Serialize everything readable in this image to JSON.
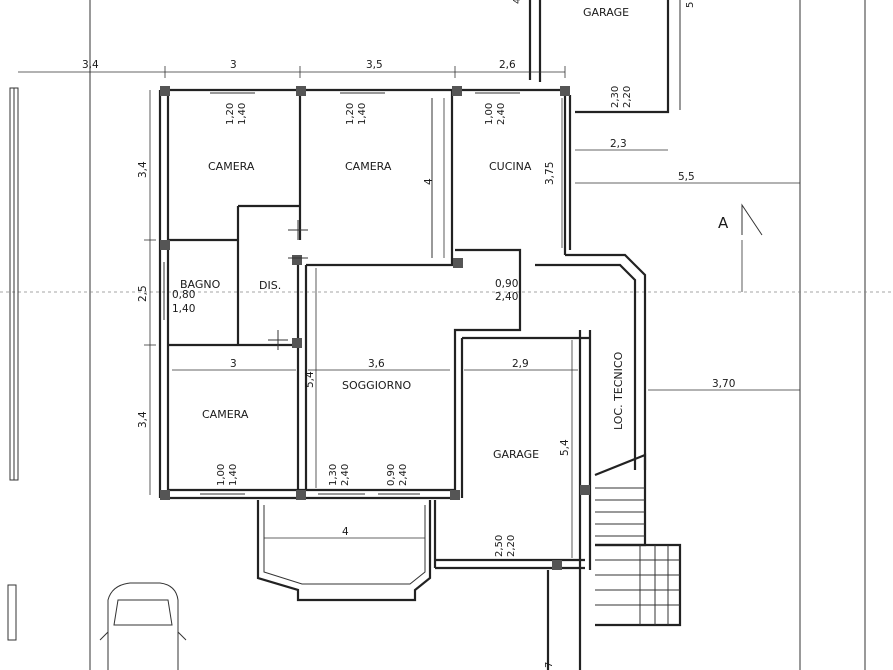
{
  "rooms": {
    "garage_top": "GARAGE",
    "camera_1": "CAMERA",
    "camera_2": "CAMERA",
    "cucina": "CUCINA",
    "bagno": "BAGNO",
    "dis": "DIS.",
    "camera_3": "CAMERA",
    "soggiorno": "SOGGIORNO",
    "garage": "GARAGE",
    "loc_tecnico": "LOC. TECNICO"
  },
  "dimensions": {
    "top_3_4": "3,4",
    "top_3": "3",
    "top_3_5": "3,5",
    "top_2_6": "2,6",
    "left_3_4_top": "3,4",
    "left_2_5": "2,5",
    "left_3_4_bottom": "3,4",
    "cam2_height_4": "4",
    "cucina_3_75": "3,75",
    "right_2_3": "2,3",
    "right_5_5": "5,5",
    "right_3_70": "3,70",
    "camera3_width_3": "3",
    "soggiorno_width_3_6": "3,6",
    "soggiorno_height_5_4": "5,4",
    "garage_width_2_9": "2,9",
    "garage_height_5_4": "5,4",
    "balcony_4": "4",
    "top_4_cut": "4",
    "top_5_cut": "5",
    "bottom_7_cut": "7"
  },
  "openings": {
    "cam1_win_w": "1,20",
    "cam1_win_h": "1,40",
    "cam2_win_w": "1,20",
    "cam2_win_h": "1,40",
    "cucina_win_w": "1,00",
    "cucina_win_h": "2,40",
    "garage_top_w": "2,30",
    "garage_top_h": "2,20",
    "door_w": "0,90",
    "door_h": "2,40",
    "bagno_win_w": "0,80",
    "bagno_win_h": "1,40",
    "cam3_win_w": "1,00",
    "cam3_win_h": "1,40",
    "sogg_win1_w": "1,30",
    "sogg_win1_h": "2,40",
    "sogg_win2_w": "0,90",
    "sogg_win2_h": "2,40",
    "garage_door_w": "2,50",
    "garage_door_h": "2,20"
  },
  "section_mark": "A"
}
